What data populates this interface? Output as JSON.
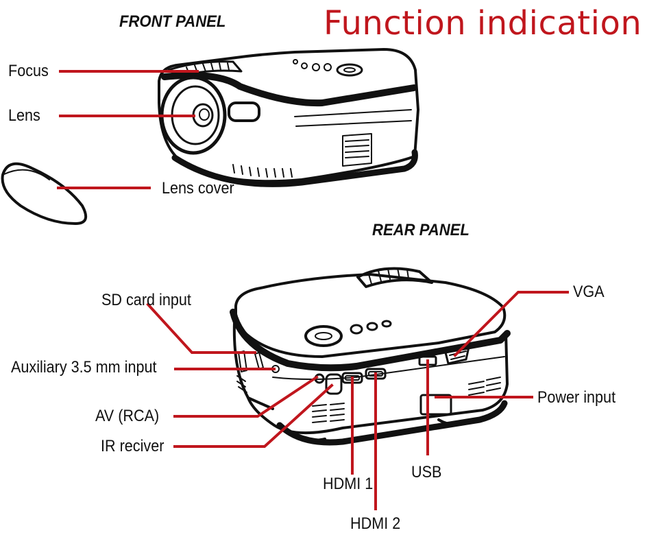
{
  "title": "Function indication",
  "colors": {
    "accent": "#c0161d",
    "ink": "#111111",
    "background": "#ffffff"
  },
  "front_panel": {
    "heading": "FRONT PANEL",
    "callouts": {
      "focus": "Focus",
      "lens": "Lens",
      "lens_cover": "Lens cover"
    }
  },
  "rear_panel": {
    "heading": "REAR PANEL",
    "callouts": {
      "sd_card": "SD card input",
      "aux": "Auxiliary 3.5 mm input",
      "av": "AV (RCA)",
      "ir": "IR reciver",
      "hdmi1": "HDMI 1",
      "hdmi2": "HDMI 2",
      "usb": "USB",
      "vga": "VGA",
      "power": "Power input"
    }
  }
}
